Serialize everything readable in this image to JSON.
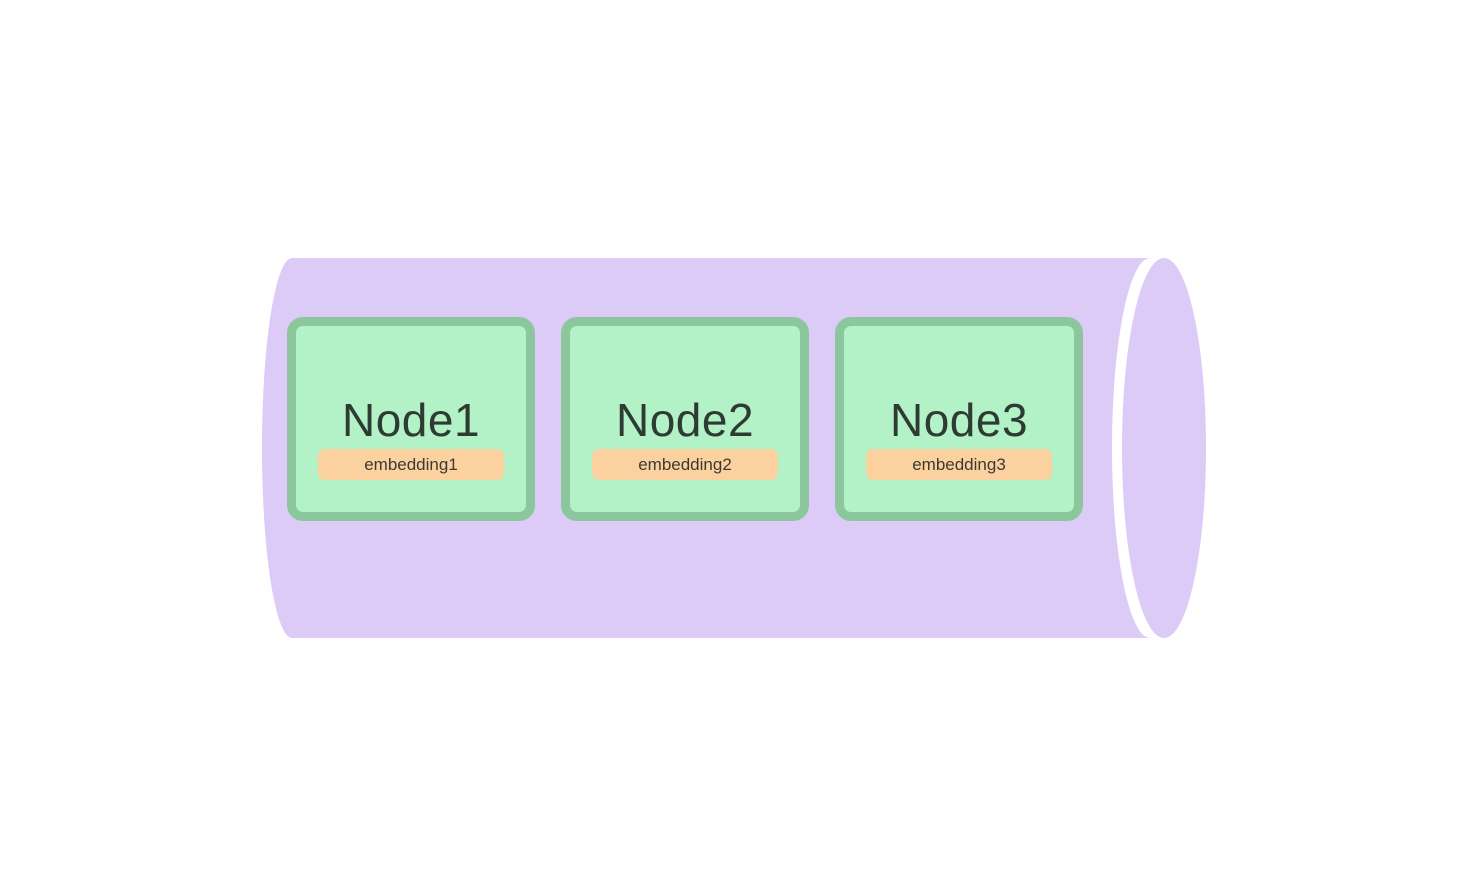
{
  "diagram": {
    "title": "cylinder-with-nodes",
    "cylinder": {
      "shape": "horizontal-cylinder",
      "fill_color": "#ddcbf7",
      "cap_gap_color": "#ffffff"
    },
    "nodes": [
      {
        "label": "Node1",
        "embedding_label": "embedding1"
      },
      {
        "label": "Node2",
        "embedding_label": "embedding2"
      },
      {
        "label": "Node3",
        "embedding_label": "embedding3"
      }
    ],
    "colors": {
      "background": "#ffffff",
      "cylinder_fill": "#ddcbf7",
      "node_fill": "#b2f2c6",
      "node_border": "#8cc69d",
      "node_text": "#2e3b33",
      "embedding_fill": "#fbd1a0",
      "embedding_text": "#3e3a2f"
    }
  }
}
